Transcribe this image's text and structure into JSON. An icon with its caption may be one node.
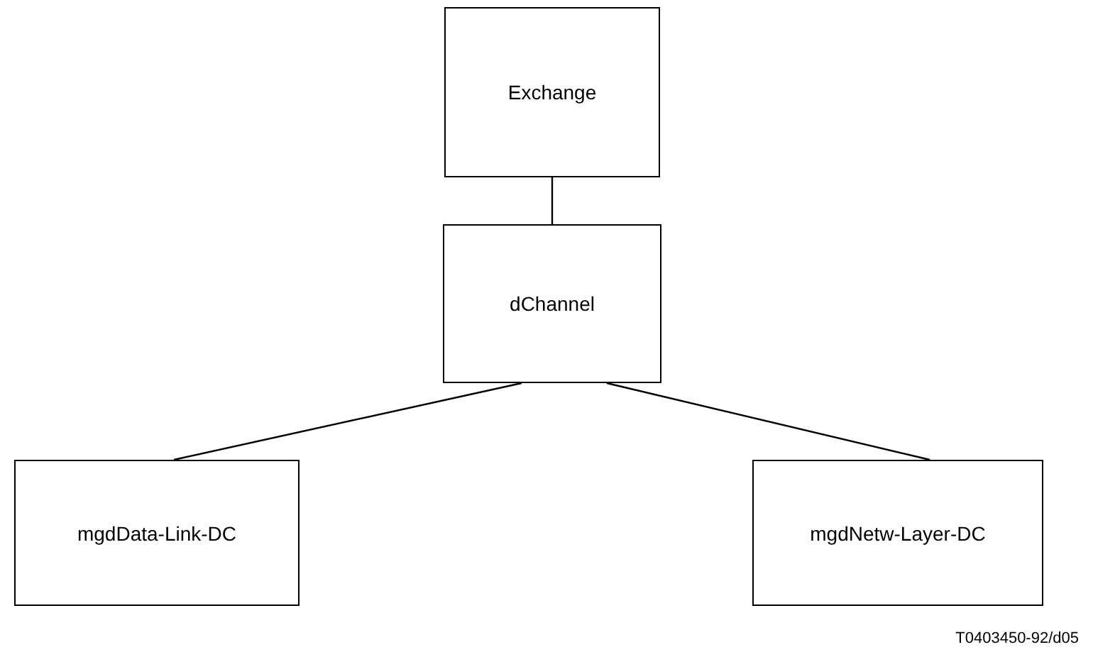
{
  "diagram": {
    "nodes": [
      {
        "text": [
          "Exchange"
        ]
      },
      {
        "text": [
          "dChannel"
        ]
      },
      {
        "text": [
          "mgdData-Link-DC"
        ]
      },
      {
        "text": [
          "mgdNetw-Layer-DC"
        ]
      }
    ],
    "edges": [
      {
        "from": 0,
        "to": 1,
        "arrow": "none"
      },
      {
        "from": 1,
        "to": 2,
        "arrow": "none"
      },
      {
        "from": 1,
        "to": 3,
        "arrow": "none"
      }
    ],
    "labels": [
      "T0403450-92/d05"
    ]
  }
}
